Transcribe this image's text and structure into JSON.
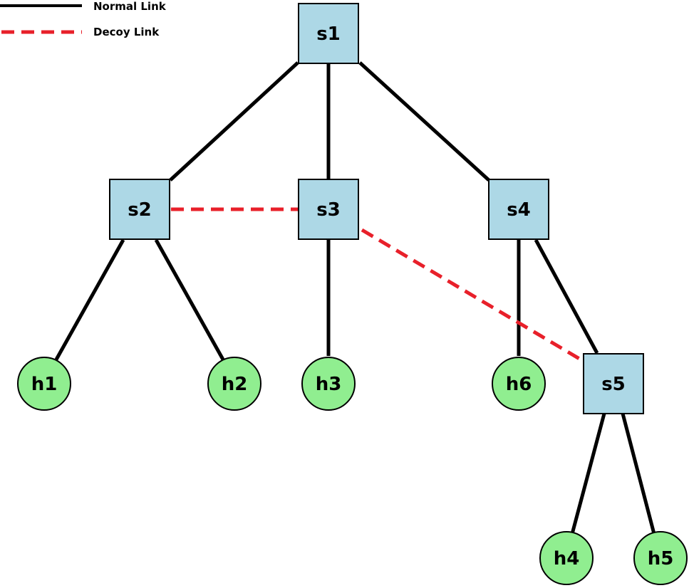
{
  "legend": {
    "normal_label": "Normal Link",
    "decoy_label": "Decoy Link"
  },
  "colors": {
    "switch_fill": "#add8e6",
    "host_fill": "#90ee90",
    "normal_link": "#000000",
    "decoy_link": "#e8202a"
  },
  "nodes": {
    "s1": "s1",
    "s2": "s2",
    "s3": "s3",
    "s4": "s4",
    "s5": "s5",
    "h1": "h1",
    "h2": "h2",
    "h3": "h3",
    "h4": "h4",
    "h5": "h5",
    "h6": "h6"
  },
  "links": {
    "normal": [
      [
        "s1",
        "s2"
      ],
      [
        "s1",
        "s3"
      ],
      [
        "s1",
        "s4"
      ],
      [
        "s2",
        "h1"
      ],
      [
        "s2",
        "h2"
      ],
      [
        "s3",
        "h3"
      ],
      [
        "s4",
        "h6"
      ],
      [
        "s4",
        "s5"
      ],
      [
        "s5",
        "h4"
      ],
      [
        "s5",
        "h5"
      ]
    ],
    "decoy": [
      [
        "s2",
        "s3"
      ],
      [
        "s3",
        "s5"
      ]
    ]
  }
}
